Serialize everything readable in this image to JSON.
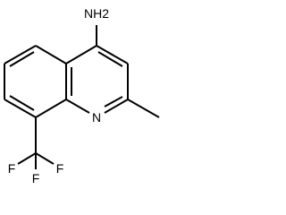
{
  "molecule": {
    "atoms": {
      "amine": "NH2",
      "ring_nitrogen": "N",
      "fluorine_top": "F",
      "fluorine_left": "F",
      "fluorine_right": "F"
    },
    "colors": {
      "bond": "#000000",
      "label": "#000000",
      "background": "#ffffff"
    }
  }
}
